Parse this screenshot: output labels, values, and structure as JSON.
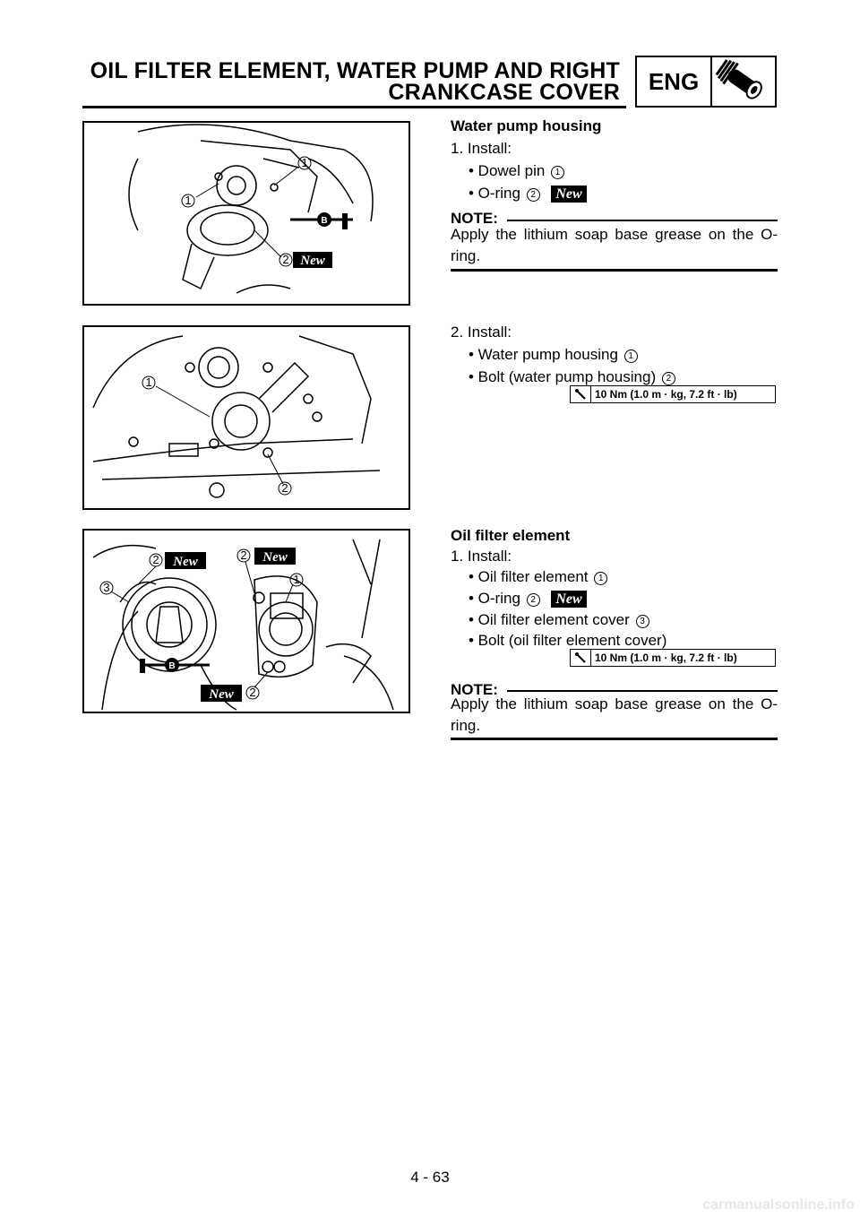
{
  "header": {
    "title_line1": "OIL FILTER ELEMENT, WATER PUMP AND RIGHT",
    "title_line2": "CRANKCASE COVER",
    "section_label": "ENG",
    "section_icon": "engine-bolt-icon"
  },
  "section1": {
    "title": "Water pump housing",
    "step": "1.  Install:",
    "item1_text": "• Dowel pin",
    "item1_num": "1",
    "item2_text": "• O-ring",
    "item2_num": "2",
    "new_badge": "New",
    "note_label": "NOTE:",
    "note_text": "Apply the lithium soap base grease on the O-ring."
  },
  "section2": {
    "step": "2.  Install:",
    "item1_text": "• Water pump housing",
    "item1_num": "1",
    "item2_text": "• Bolt (water pump housing)",
    "item2_num": "2",
    "torque": "10 Nm (1.0 m · kg, 7.2 ft · lb)"
  },
  "section3": {
    "title": "Oil filter element",
    "step": "1.  Install:",
    "item1_text": "• Oil filter element",
    "item1_num": "1",
    "item2_text": "• O-ring",
    "item2_num": "2",
    "new_badge": "New",
    "item3_text": "• Oil filter element cover",
    "item3_num": "3",
    "item4_text": "• Bolt (oil filter element cover)",
    "torque": "10 Nm (1.0 m · kg, 7.2 ft · lb)",
    "note_label": "NOTE:",
    "note_text": "Apply the lithium soap base grease on the O-ring."
  },
  "figures": {
    "fig1_callouts": [
      "1",
      "1",
      "2"
    ],
    "fig1_new": "New",
    "fig1_grease": "B",
    "fig2_callouts": [
      "1",
      "2"
    ],
    "fig3_callouts": [
      "2",
      "2",
      "3",
      "1",
      "2"
    ],
    "fig3_new": [
      "New",
      "New",
      "New"
    ],
    "fig3_grease": "B"
  },
  "page_number": "4 - 63",
  "footer_watermark": "carmanualsonline.info"
}
